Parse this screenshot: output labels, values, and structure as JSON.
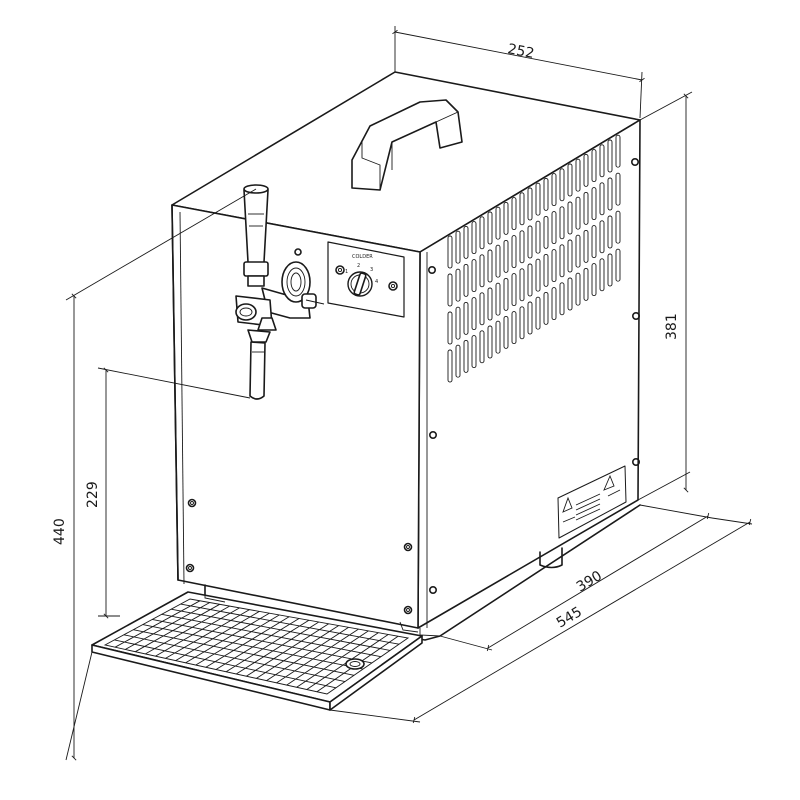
{
  "dimensions": {
    "width_top": "252",
    "height_right": "381",
    "height_total": "440",
    "tap_clearance": "229",
    "depth_body": "390",
    "depth_total": "545"
  },
  "control_panel": {
    "knob_label": "COLDER",
    "scale_marks": [
      "1",
      "2",
      "3",
      "4"
    ]
  },
  "colors": {
    "line": "#1a1a1a",
    "background": "#ffffff"
  }
}
